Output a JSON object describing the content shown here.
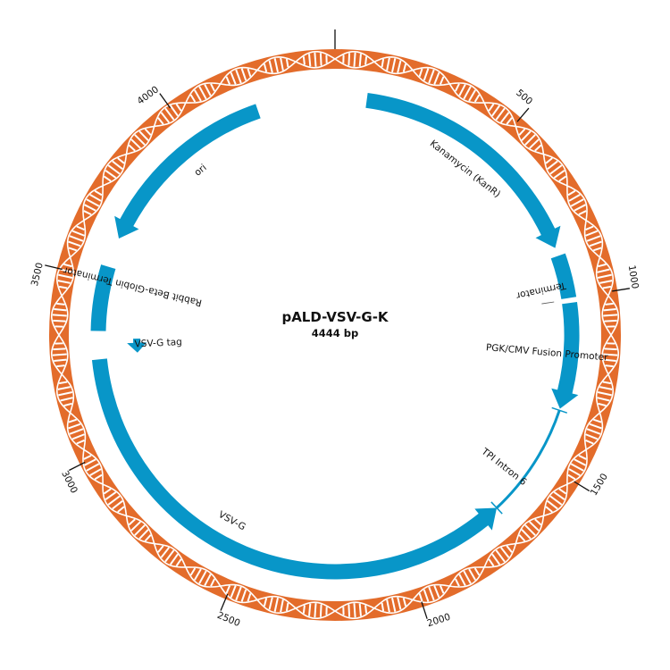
{
  "plasmid": {
    "name": "pALD-VSV-G-K",
    "size_label": "4444 bp",
    "length": 4444
  },
  "colors": {
    "backbone": "#e36c2b",
    "feature": "#0896c8",
    "helix": "#ffffff",
    "text": "#111111"
  },
  "ticks": [
    {
      "bp": 0,
      "label": ""
    },
    {
      "bp": 500,
      "label": "500"
    },
    {
      "bp": 1000,
      "label": "1000"
    },
    {
      "bp": 1500,
      "label": "1500"
    },
    {
      "bp": 2000,
      "label": "2000"
    },
    {
      "bp": 2500,
      "label": "2500"
    },
    {
      "bp": 3000,
      "label": "3000"
    },
    {
      "bp": 3500,
      "label": "3500"
    },
    {
      "bp": 4000,
      "label": "4000"
    }
  ],
  "features": [
    {
      "name": "Kanamycin (KanR)",
      "start": 95,
      "end": 845,
      "direction": "forward",
      "style": "arrow"
    },
    {
      "name": "Terminator",
      "start": 870,
      "end": 1000,
      "direction": "none",
      "style": "block"
    },
    {
      "name": "PGK/CMV Fusion Promoter",
      "start": 1015,
      "end": 1335,
      "direction": "forward",
      "style": "arrow"
    },
    {
      "name": "TPI Intron 6",
      "start": 1340,
      "end": 1690,
      "direction": "none",
      "style": "thin"
    },
    {
      "name": "VSV-G",
      "start": 1690,
      "end": 3260,
      "direction": "reverse",
      "style": "arrow"
    },
    {
      "name": "Rabbit Beta-Globin Terminator",
      "start": 3345,
      "end": 3540,
      "direction": "none",
      "style": "block"
    },
    {
      "name": "VSV-G tag",
      "start": 3270,
      "end": 3320,
      "direction": "reverse",
      "style": "small-arrow"
    },
    {
      "name": "ori",
      "start": 3630,
      "end": 4210,
      "direction": "reverse",
      "style": "arrow"
    }
  ]
}
